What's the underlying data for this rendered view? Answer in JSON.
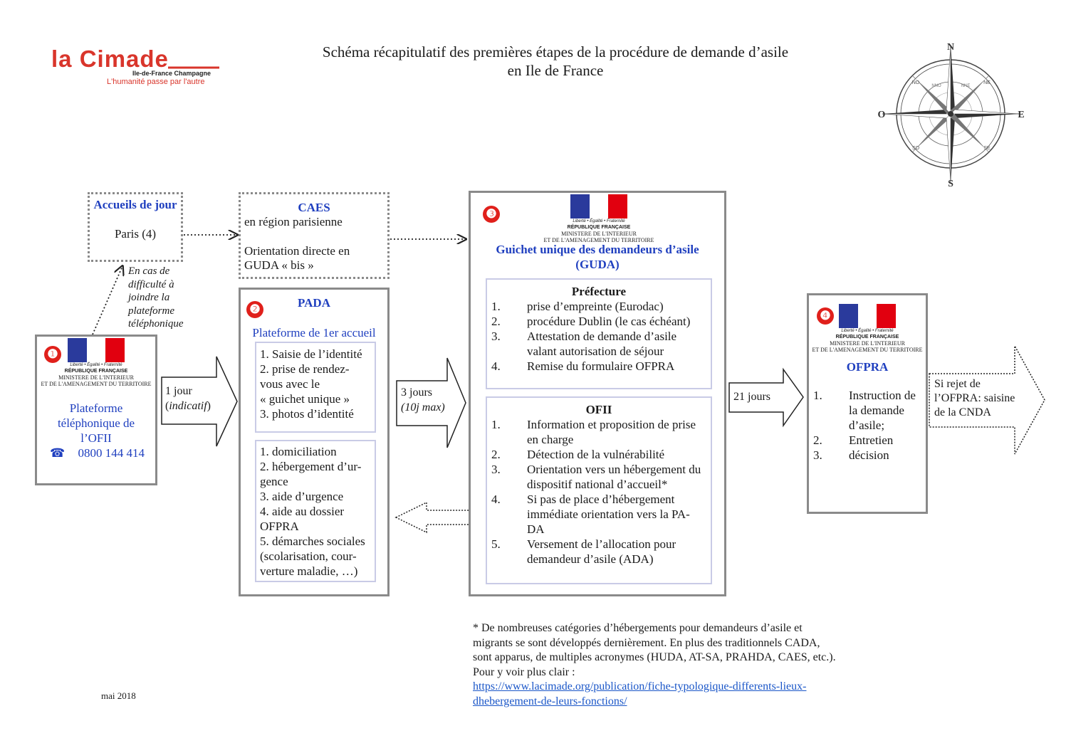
{
  "logo": {
    "name": "la Cimade",
    "subtitle": "Ile-de-France Champagne",
    "tagline": "L'humanité passe par l'autre",
    "color": "#d9352b"
  },
  "title": {
    "line1": "Schéma récapitulatif des premières étapes de la procédure de demande d’asile",
    "line2": "en Ile de France"
  },
  "compass": {
    "n": "N",
    "s": "S",
    "e": "E",
    "w": "O",
    "ne": "NE",
    "no": "NO",
    "se": "SE",
    "so": "SO",
    "nne": "NNE",
    "nno": "NNO"
  },
  "accueils": {
    "title": "Accueils de jour",
    "text": "Paris (4)"
  },
  "caes": {
    "title": "CAES",
    "line1": "en région parisienne",
    "line2": "Orientation directe en",
    "line3": "GUDA « bis »"
  },
  "difficulty_note": [
    "En cas de",
    "difficulté à",
    "joindre la",
    "plateforme",
    "téléphonique"
  ],
  "ministry": {
    "motto": "Liberté • Égalité • Fraternité",
    "republic": "RÉPUBLIQUE FRANÇAISE",
    "line1": "MINISTERE DE L'INTERIEUR",
    "line2": "ET DE L'AMENAGEMENT DU TERRITOIRE",
    "flag_colors": [
      "#2a3a9c",
      "#ffffff",
      "#e1000f"
    ]
  },
  "step1": {
    "badge": "❶",
    "title_lines": [
      "Plateforme",
      "téléphonique de",
      "l’OFII"
    ],
    "phone_icon": "☎",
    "phone": "0800 144 414"
  },
  "arrow1": {
    "label": "1 jour",
    "note": "(indicatif)"
  },
  "step2": {
    "badge": "❷",
    "title": "PADA",
    "subtitle": "Plateforme de 1er accueil",
    "box1": [
      "1. Saisie de l’identité",
      "2. prise de rendez-",
      "vous avec le",
      "« guichet unique »",
      "3. photos d’identité"
    ],
    "box2": [
      "1. domiciliation",
      "2. hébergement d’ur-",
      "gence",
      "3. aide d’urgence",
      "4. aide au dossier",
      "OFPRA",
      "5. démarches sociales",
      "(scolarisation, cour-",
      "verture maladie, …)"
    ]
  },
  "arrow2": {
    "label": "3 jours",
    "note": "(10j max)"
  },
  "step3": {
    "badge": "❸",
    "title_line1": "Guichet unique des demandeurs d’asile",
    "title_line2": "(GUDA)",
    "prefecture": {
      "title": "Préfecture",
      "items": [
        {
          "n": "1.",
          "t": "prise d’empreinte (Eurodac)"
        },
        {
          "n": "2.",
          "t": "procédure Dublin (le cas échéant)"
        },
        {
          "n": "3.",
          "t": "Attestation de demande d’asile valant autorisation de séjour"
        },
        {
          "n": "4.",
          "t": "Remise du formulaire OFPRA"
        }
      ]
    },
    "ofii": {
      "title": "OFII",
      "items": [
        {
          "n": "1.",
          "t": "Information et proposition de prise en charge"
        },
        {
          "n": "2.",
          "t": "Détection de la vulnérabilité"
        },
        {
          "n": "3.",
          "t": "Orientation vers un hébergement du dispositif national d’accueil*"
        },
        {
          "n": "4.",
          "t": "Si pas de place d’hébergement immédiate orientation vers la PA-DA"
        },
        {
          "n": "5.",
          "t": "Versement de l’allocation pour demandeur d’asile (ADA)"
        }
      ]
    }
  },
  "arrow3": {
    "label": "21 jours"
  },
  "step4": {
    "badge": "❹",
    "title": "OFPRA",
    "items": [
      {
        "n": "1.",
        "t": "Instruction de la demande d’asile;"
      },
      {
        "n": "2.",
        "t": "Entretien"
      },
      {
        "n": "3.",
        "t": "décision"
      }
    ]
  },
  "arrow4": {
    "lines": [
      "Si rejet de",
      "l’OFPRA: saisine",
      "de la CNDA"
    ]
  },
  "footnote": {
    "line1": "* De nombreuses catégories d’hébergements pour demandeurs d’asile et",
    "line2": "migrants se sont développés dernièrement. En plus des traditionnels CADA,",
    "line3": "sont apparus, de multiples acronymes (HUDA, AT-SA, PRAHDA, CAES, etc.).",
    "line4": "Pour y voir plus clair :",
    "link1": "https://www.lacimade.org/publication/fiche-typologique-differents-lieux-",
    "link2": "dhebergement-de-leurs-fonctions/"
  },
  "date": "mai 2018",
  "colors": {
    "border": "#8a8a8a",
    "inner_border": "#c9cbe6",
    "blue_text": "#1f3fbf",
    "badge": "#e0201b"
  }
}
